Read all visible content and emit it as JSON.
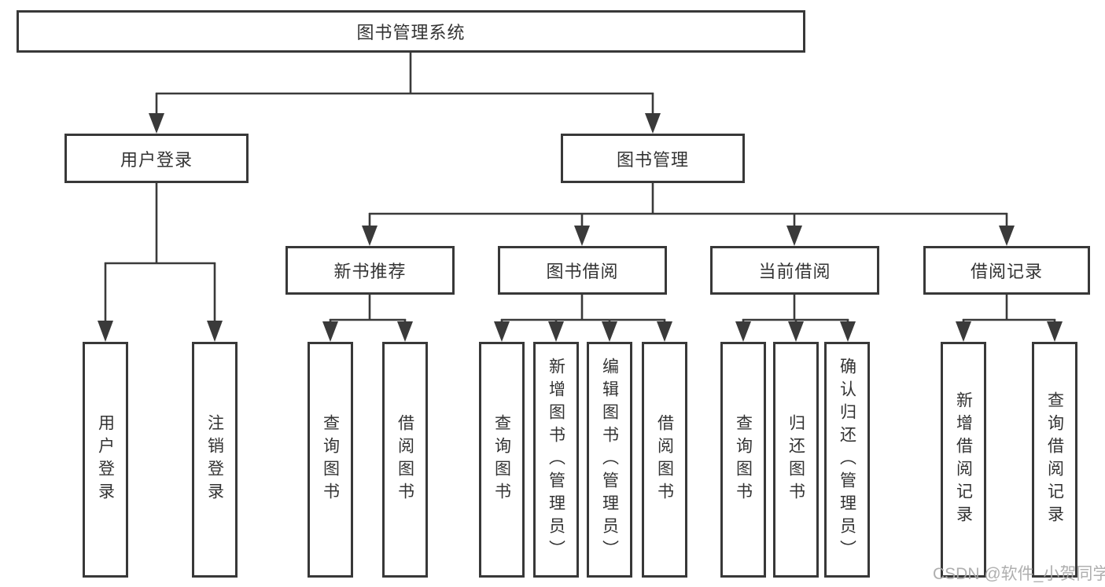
{
  "diagram": {
    "title": "图书管理系统",
    "colors": {
      "line": "#3a3a3a",
      "box_border": "#383838",
      "text": "#333333",
      "background": "#ffffff",
      "watermark_text_color": "#a9a9a9"
    },
    "root": {
      "label": "图书管理系统"
    },
    "branches": [
      {
        "label": "用户登录",
        "children": [
          {
            "label": "用户登录"
          },
          {
            "label": "注销登录"
          }
        ]
      },
      {
        "label": "图书管理",
        "children": [
          {
            "label": "新书推荐",
            "children": [
              {
                "label": "查询图书"
              },
              {
                "label": "借阅图书"
              }
            ]
          },
          {
            "label": "图书借阅",
            "children": [
              {
                "label": "查询图书"
              },
              {
                "label": "新增图书（管理员）"
              },
              {
                "label": "编辑图书（管理员）"
              },
              {
                "label": "借阅图书"
              }
            ]
          },
          {
            "label": "当前借阅",
            "children": [
              {
                "label": "查询图书"
              },
              {
                "label": "归还图书"
              },
              {
                "label": "确认归还（管理员）"
              }
            ]
          },
          {
            "label": "借阅记录",
            "children": [
              {
                "label": "新增借阅记录"
              },
              {
                "label": "查询借阅记录"
              }
            ]
          }
        ]
      }
    ],
    "watermark": "CSDN @软件_小贺同学"
  }
}
